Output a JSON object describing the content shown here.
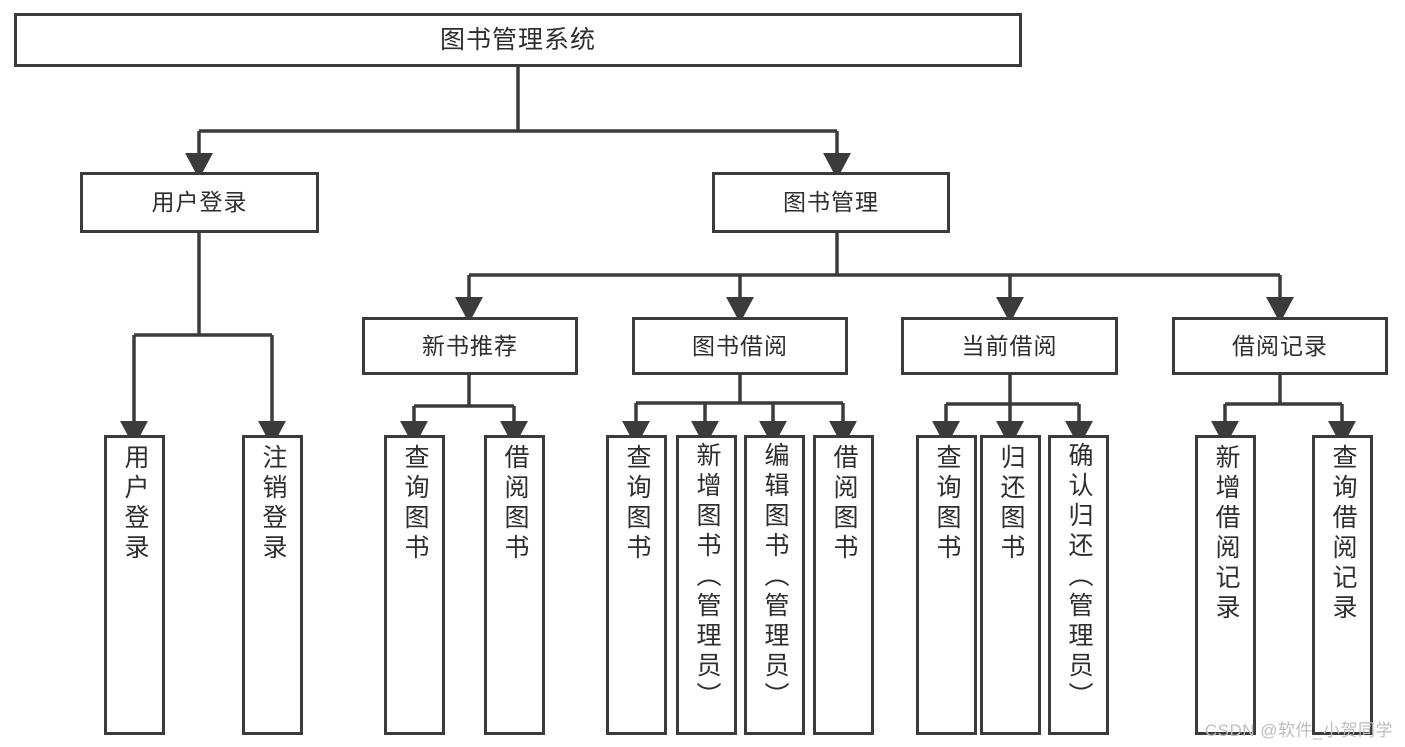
{
  "diagram": {
    "title": "图书管理系统",
    "type": "tree-hierarchy-chart",
    "watermark": "CSDN @软件_小贺同学",
    "colors": {
      "border": "#3b3b3b",
      "text": "#2e2e2e",
      "background": "#ffffff",
      "watermark": "#bdbdbd"
    },
    "nodes": {
      "root": {
        "label": "图书管理系统"
      },
      "level2": [
        {
          "label": "用户登录"
        },
        {
          "label": "图书管理"
        }
      ],
      "level3": [
        {
          "label": "新书推荐"
        },
        {
          "label": "图书借阅"
        },
        {
          "label": "当前借阅"
        },
        {
          "label": "借阅记录"
        }
      ],
      "leaves_user_login": [
        {
          "label": "用户登录"
        },
        {
          "label": "注销登录"
        }
      ],
      "leaves_new_book": [
        {
          "label": "查询图书"
        },
        {
          "label": "借阅图书"
        }
      ],
      "leaves_borrow": [
        {
          "label": "查询图书"
        },
        {
          "label": "新增图书（管理员）"
        },
        {
          "label": "编辑图书（管理员）"
        },
        {
          "label": "借阅图书"
        }
      ],
      "leaves_current": [
        {
          "label": "查询图书"
        },
        {
          "label": "归还图书"
        },
        {
          "label": "确认归还（管理员）"
        }
      ],
      "leaves_record": [
        {
          "label": "新增借阅记录"
        },
        {
          "label": "查询借阅记录"
        }
      ]
    }
  }
}
